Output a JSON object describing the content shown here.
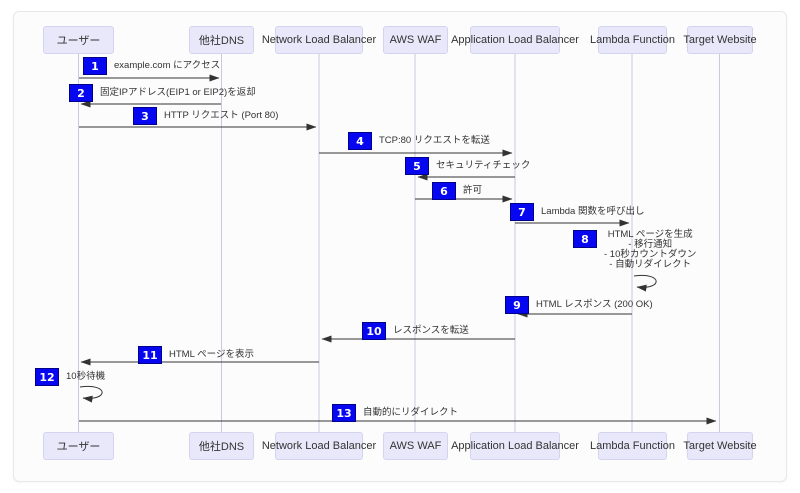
{
  "diagram": {
    "type": "sequence",
    "actors": [
      {
        "label": "ユーザー"
      },
      {
        "label": "他社DNS"
      },
      {
        "label": "Network Load Balancer"
      },
      {
        "label": "AWS WAF"
      },
      {
        "label": "Application Load Balancer"
      },
      {
        "label": "Lambda Function"
      },
      {
        "label": "Target Website"
      }
    ],
    "messages": [
      {
        "num": "1",
        "from": "ユーザー",
        "to": "他社DNS",
        "text": "example.com にアクセス"
      },
      {
        "num": "2",
        "from": "他社DNS",
        "to": "ユーザー",
        "text": "固定IPアドレス(EIP1 or EIP2)を返却"
      },
      {
        "num": "3",
        "from": "ユーザー",
        "to": "Network Load Balancer",
        "text": "HTTP リクエスト (Port 80)"
      },
      {
        "num": "4",
        "from": "Network Load Balancer",
        "to": "Application Load Balancer",
        "text": "TCP:80 リクエストを転送"
      },
      {
        "num": "5",
        "from": "Application Load Balancer",
        "to": "AWS WAF",
        "text": "セキュリティチェック"
      },
      {
        "num": "6",
        "from": "AWS WAF",
        "to": "Application Load Balancer",
        "text": "許可"
      },
      {
        "num": "7",
        "from": "Application Load Balancer",
        "to": "Lambda Function",
        "text": "Lambda 関数を呼び出し"
      },
      {
        "num": "8",
        "from": "Lambda Function",
        "to": "Lambda Function",
        "text": "HTML ページを生成",
        "lines": [
          "- 移行通知",
          "- 10秒カウントダウン",
          "- 自動リダイレクト"
        ]
      },
      {
        "num": "9",
        "from": "Lambda Function",
        "to": "Application Load Balancer",
        "text": "HTML レスポンス (200 OK)"
      },
      {
        "num": "10",
        "from": "Application Load Balancer",
        "to": "Network Load Balancer",
        "text": "レスポンスを転送"
      },
      {
        "num": "11",
        "from": "Network Load Balancer",
        "to": "ユーザー",
        "text": "HTML ページを表示"
      },
      {
        "num": "12",
        "from": "ユーザー",
        "to": "ユーザー",
        "text": "10秒待機"
      },
      {
        "num": "13",
        "from": "ユーザー",
        "to": "Target Website",
        "text": "自動的にリダイレクト"
      }
    ],
    "colors": {
      "badge": "#0606f0",
      "badge_border": "#00008b",
      "actor_fill": "#e8e8fa",
      "actor_border": "#d4d4ee",
      "lifeline": "#c9c9e4",
      "arrow": "#333333"
    }
  }
}
